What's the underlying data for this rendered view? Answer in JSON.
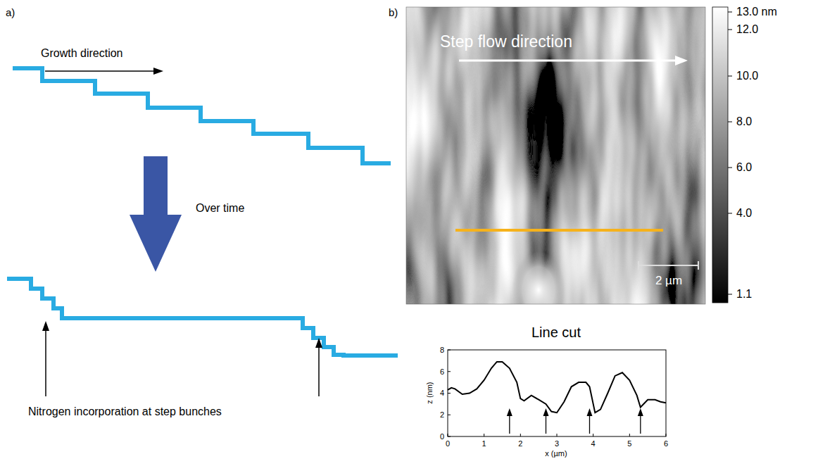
{
  "diagram": {
    "labels": [
      "a)",
      "b)",
      "Growth direction",
      "Over time",
      "Nitrogen incorporation at step bunches",
      "Step flow direction",
      "2 µm",
      "13.0 nm",
      "12.0",
      "10.0",
      "8.0",
      "6.0",
      "4.0",
      "1.1",
      "Line cut",
      "8",
      "6",
      "4",
      "2",
      "0",
      "z (nm)",
      "0",
      "1",
      "2",
      "3",
      "4",
      "5",
      "6",
      "x (µm)"
    ]
  }
}
